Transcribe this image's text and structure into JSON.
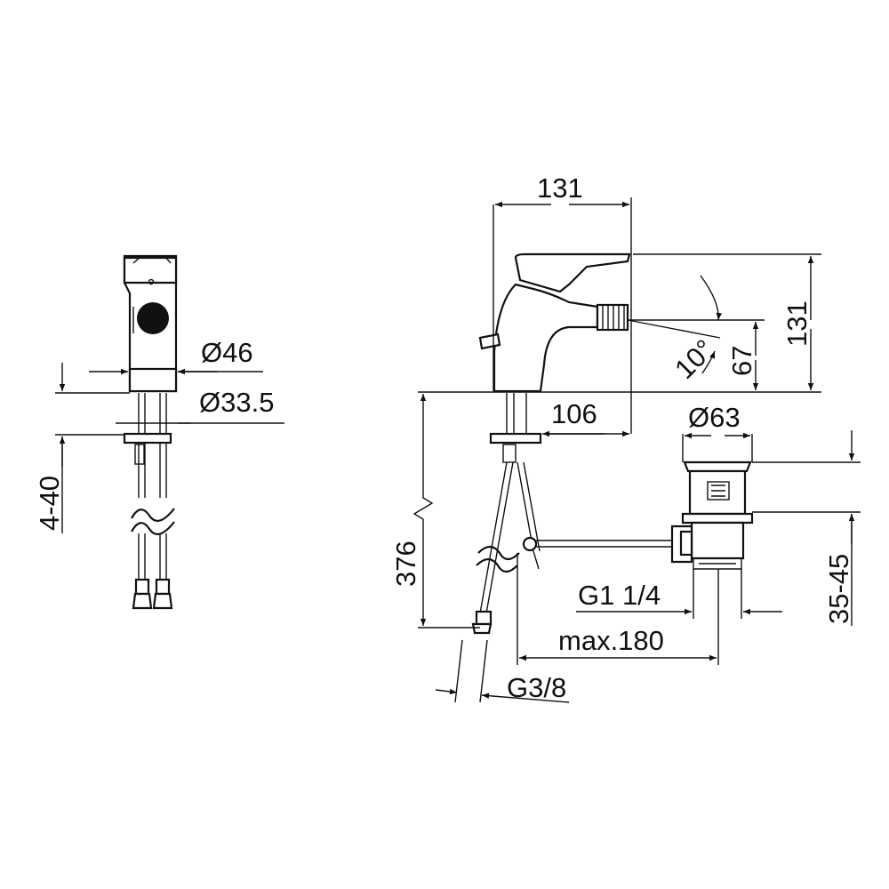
{
  "dimensions": {
    "side_view": {
      "diameter_base": "Ø46",
      "diameter_shank": "Ø33.5",
      "deck_thickness": "4-40"
    },
    "front_view": {
      "width_top": "131",
      "height_total": "131",
      "spout_height": "67",
      "spout_angle": "10°",
      "spout_reach": "106",
      "hose_length": "376",
      "hose_thread": "G3/8",
      "waste_diameter": "Ø63",
      "waste_thread": "G1 1/4",
      "waste_height": "35-45",
      "rod_length": "max.180"
    }
  },
  "colors": {
    "line": "#111111",
    "background": "#ffffff"
  }
}
